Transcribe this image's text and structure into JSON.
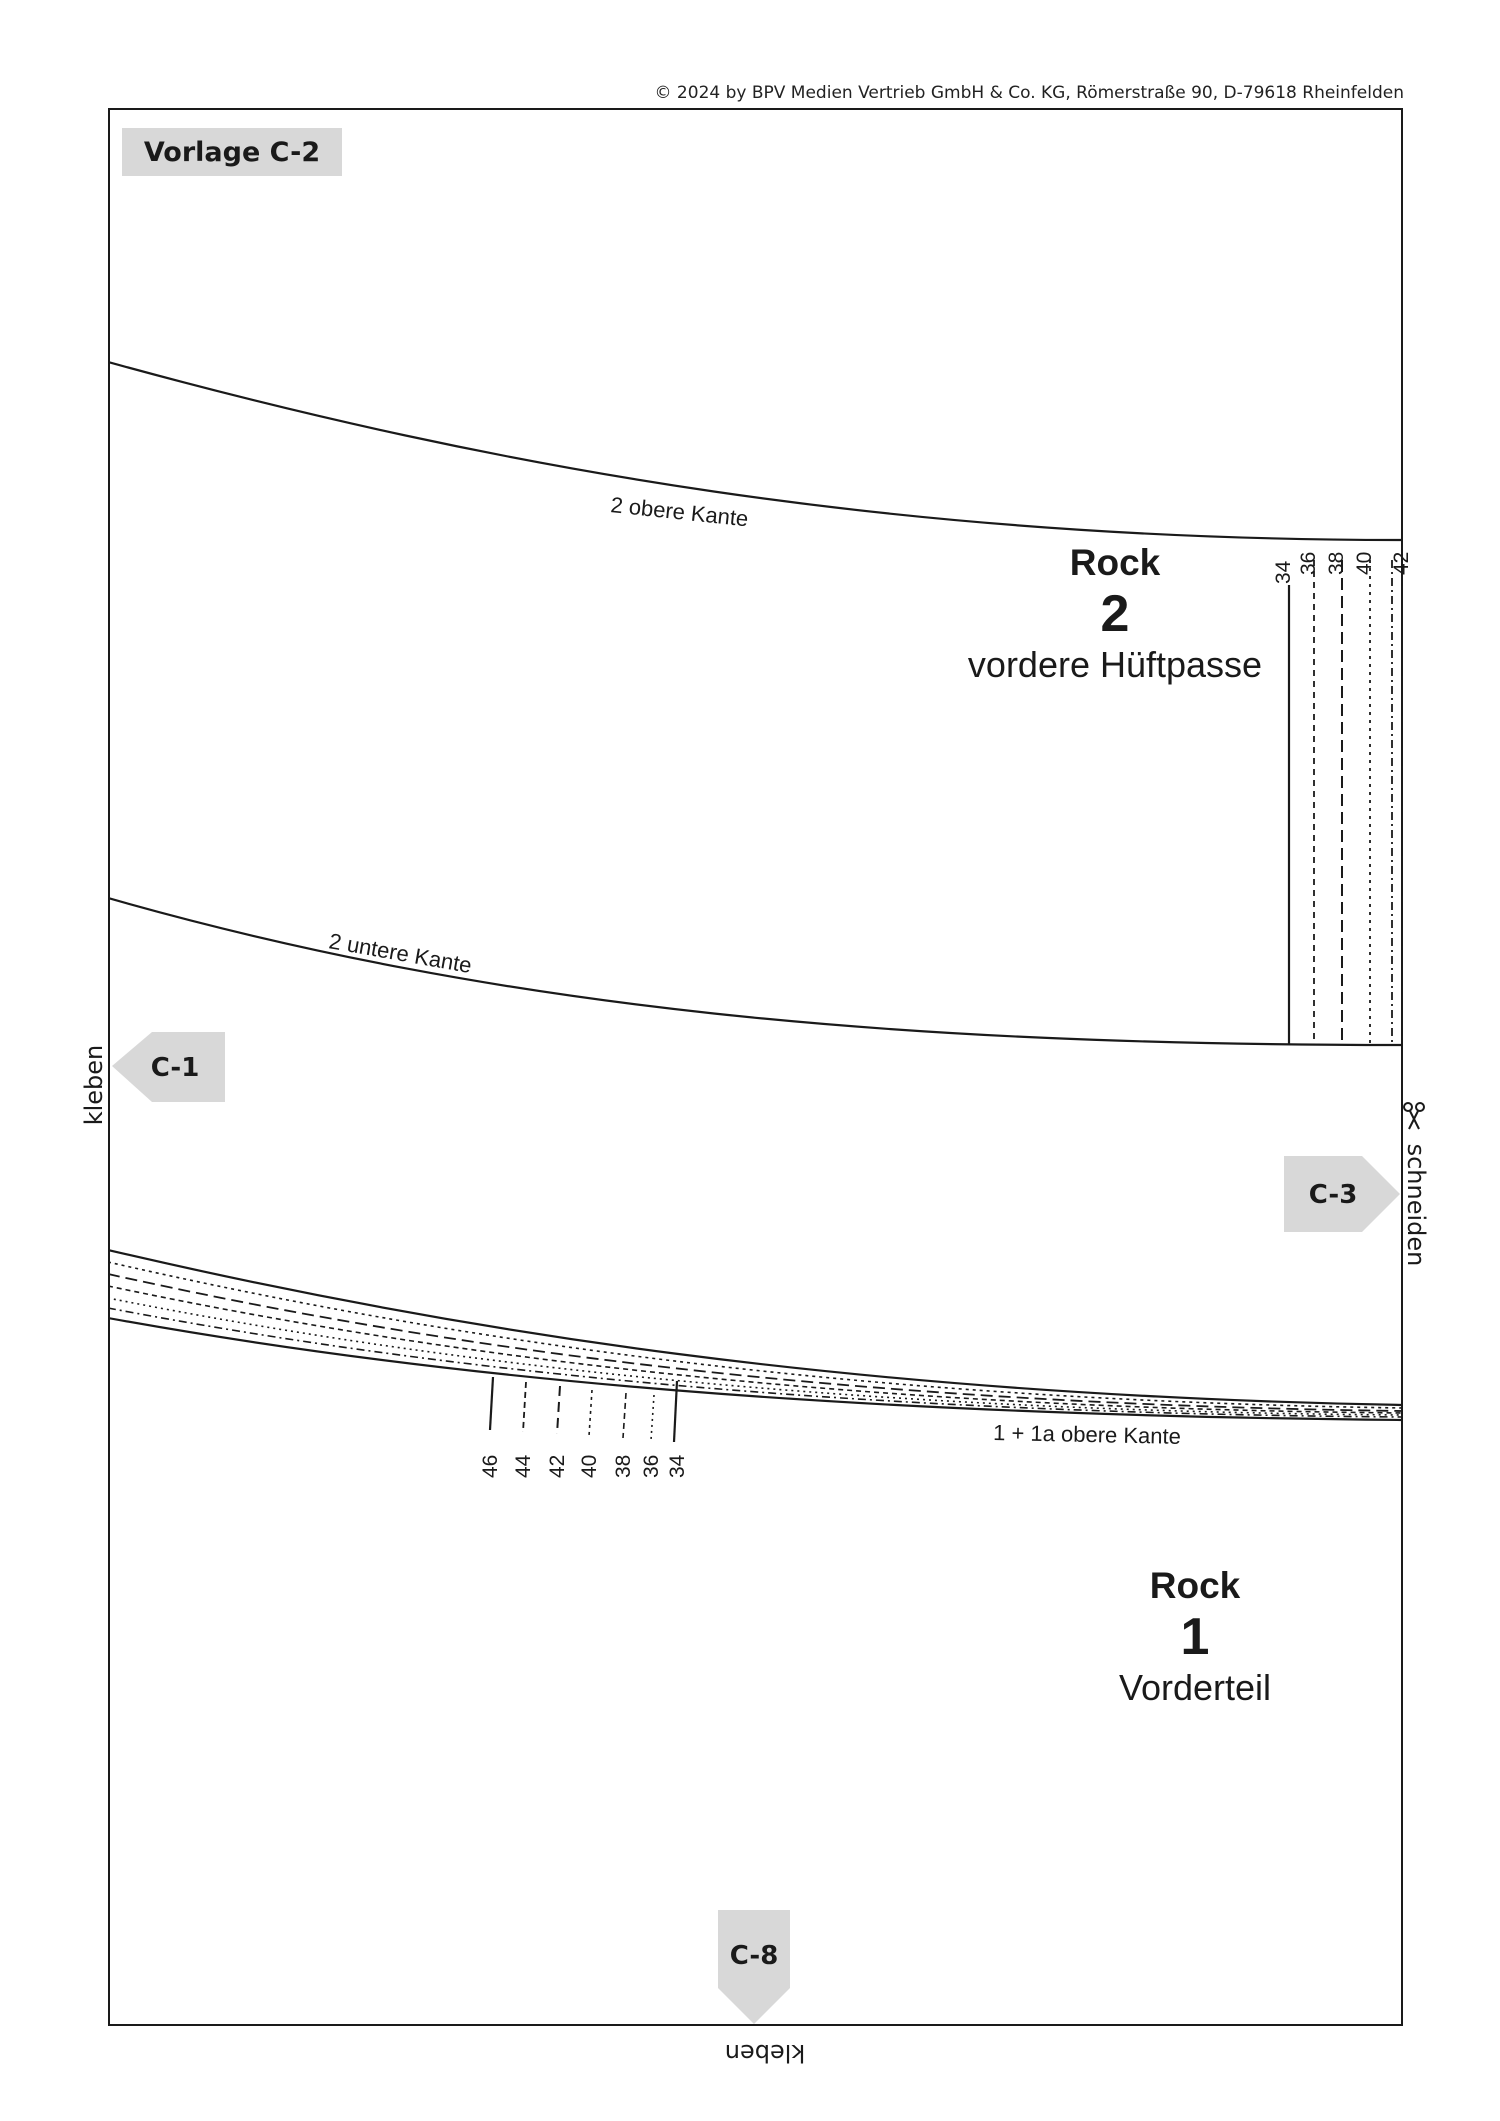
{
  "copyright": "© 2024 by BPV Medien Vertrieb GmbH & Co. KG, Römerstraße 90, D-79618 Rheinfelden",
  "sheet_label": "Vorlage C-2",
  "piece_top": {
    "name": "Rock",
    "number": "2",
    "subtitle": "vordere Hüftpasse"
  },
  "piece_bottom": {
    "name": "Rock",
    "number": "1",
    "subtitle": "Vorderteil"
  },
  "line_labels": {
    "top_edge": "2 obere Kante",
    "bottom_edge": "2 untere Kante",
    "rock1_edge": "1 + 1a obere Kante"
  },
  "sizes_top": [
    "34",
    "36",
    "38",
    "40",
    "42"
  ],
  "sizes_bottom": [
    "46",
    "44",
    "42",
    "40",
    "38",
    "36",
    "34"
  ],
  "connectors": {
    "left": "C-1",
    "right": "C-3",
    "bottom": "C-8",
    "glue_left": "kleben",
    "glue_bottom": "kleben",
    "cut_right": "schneiden"
  },
  "icons": {
    "cut": "scissors-icon"
  },
  "colors": {
    "line": "#1a1a1a",
    "tag": "#d8d8d8"
  }
}
